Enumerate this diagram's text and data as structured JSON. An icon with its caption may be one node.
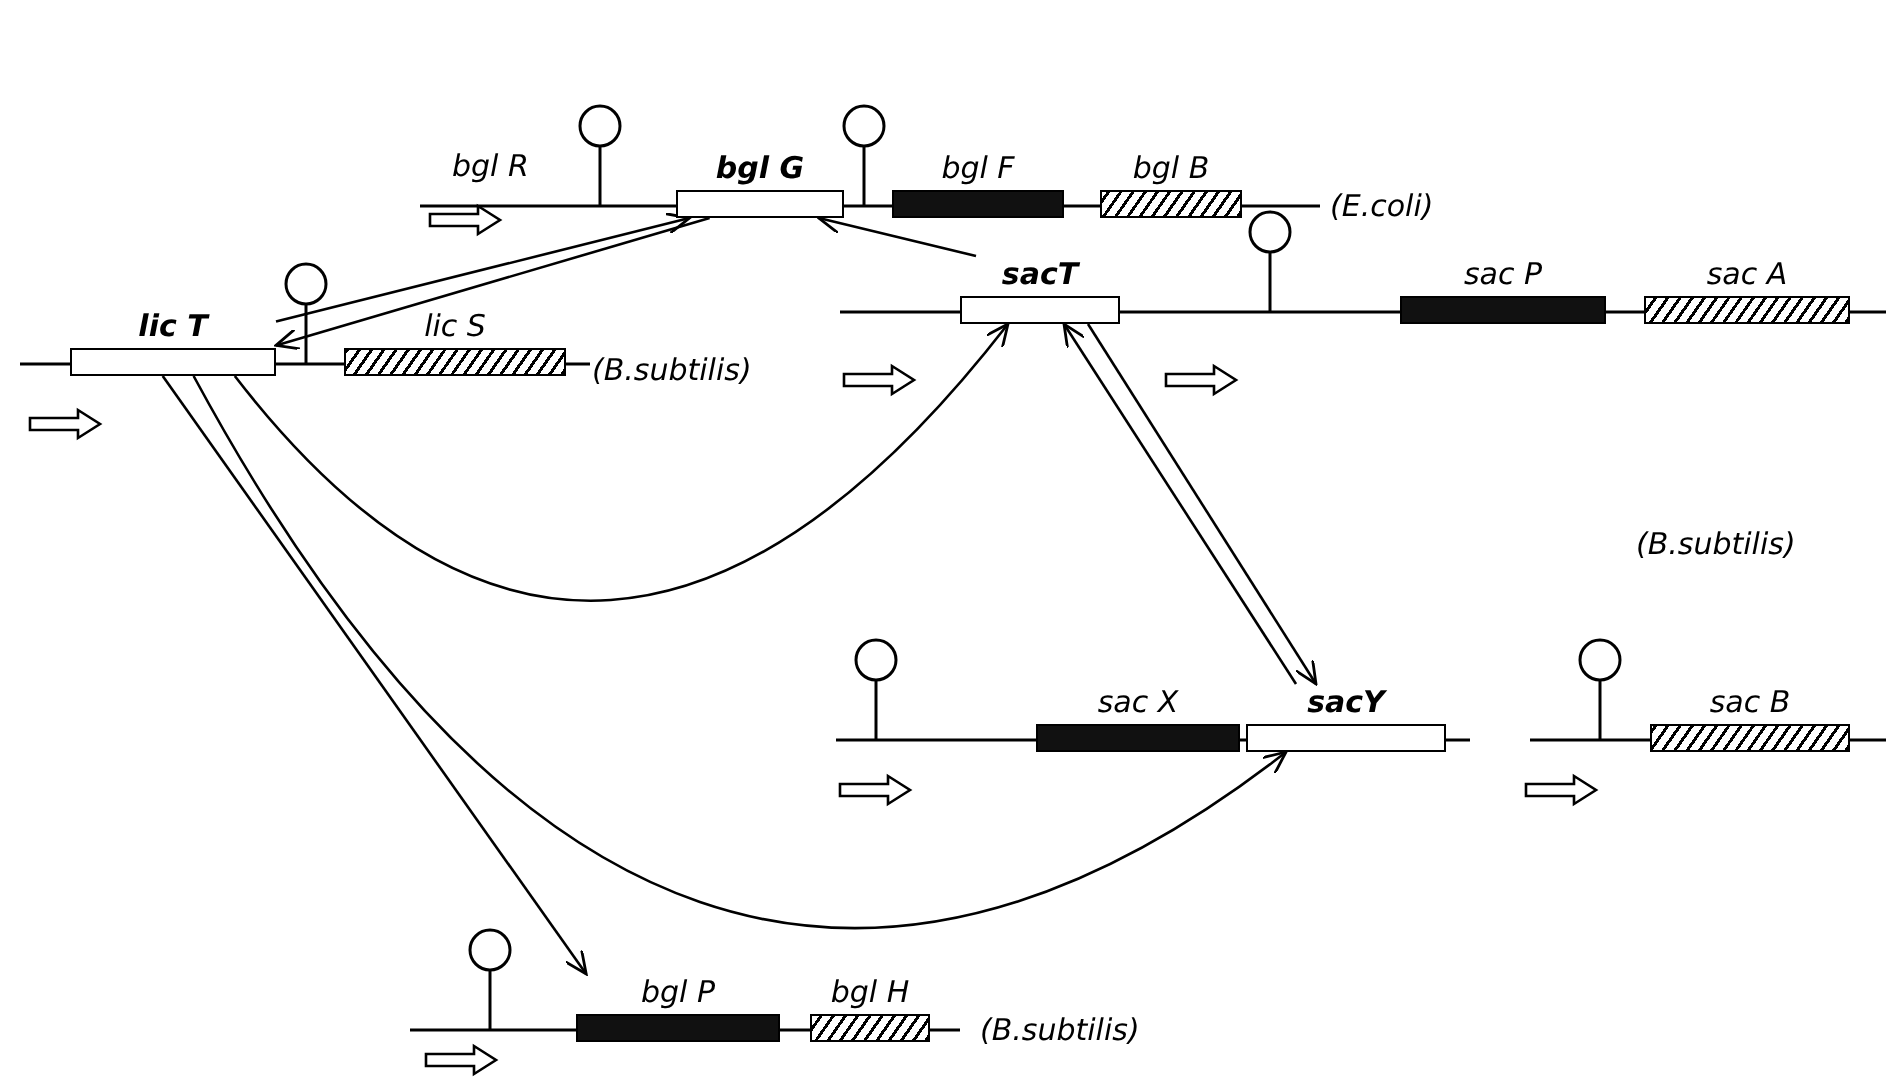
{
  "diagram": {
    "nodes": [
      {
        "text": [
          "bgl G"
        ]
      },
      {
        "text": [
          "bgl F"
        ]
      },
      {
        "text": [
          "bgl B"
        ]
      },
      {
        "text": [
          "lic T"
        ]
      },
      {
        "text": [
          "lic S"
        ]
      },
      {
        "text": [
          "sacT"
        ]
      },
      {
        "text": [
          "sac P"
        ]
      },
      {
        "text": [
          "sac A"
        ]
      },
      {
        "text": [
          "sac X"
        ]
      },
      {
        "text": [
          "sacY"
        ]
      },
      {
        "text": [
          "sac B"
        ]
      },
      {
        "text": [
          "bgl P"
        ]
      },
      {
        "text": [
          "bgl H"
        ]
      }
    ],
    "edges": [
      {
        "from": 3,
        "to": 0,
        "arrow": "to"
      },
      {
        "from": 0,
        "to": 3,
        "arrow": "to"
      },
      {
        "from": 5,
        "to": 0,
        "arrow": "to"
      },
      {
        "from": 3,
        "to": 5,
        "arrow": "to"
      },
      {
        "from": 5,
        "to": 9,
        "arrow": "to"
      },
      {
        "from": 9,
        "to": 5,
        "arrow": "to"
      },
      {
        "from": 3,
        "to": 9,
        "arrow": "to"
      },
      {
        "from": 3,
        "to": 11,
        "arrow": "to"
      }
    ],
    "labels": [
      "bgl R",
      "(E.coli)",
      "(B.subtilis)",
      "(B.subtilis)",
      "(B.subtilis)"
    ]
  }
}
